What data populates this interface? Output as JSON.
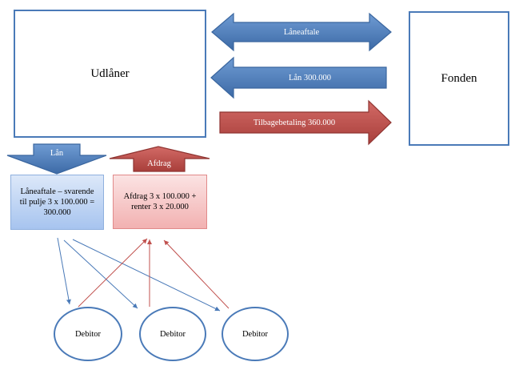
{
  "lender": {
    "label": "Udlåner"
  },
  "fund": {
    "label": "Fonden"
  },
  "arrows": {
    "loan_agreement": "Låneaftale",
    "loan": "Lån 300.000",
    "repayment": "Tilbagebetaling 360.000",
    "down_loan": "Lån",
    "up_installment": "Afdrag"
  },
  "notes": {
    "loan_agreement": "Låneaftale – svarende til pulje 3 x 100.000 = 300.000",
    "installment": "Afdrag 3 x 100.000 + renter 3 x 20.000"
  },
  "debtors": [
    "Debitor",
    "Debitor",
    "Debitor"
  ],
  "colors": {
    "blue": "#4f81bd",
    "red": "#c0504d",
    "outline": "#4a7ab8"
  }
}
